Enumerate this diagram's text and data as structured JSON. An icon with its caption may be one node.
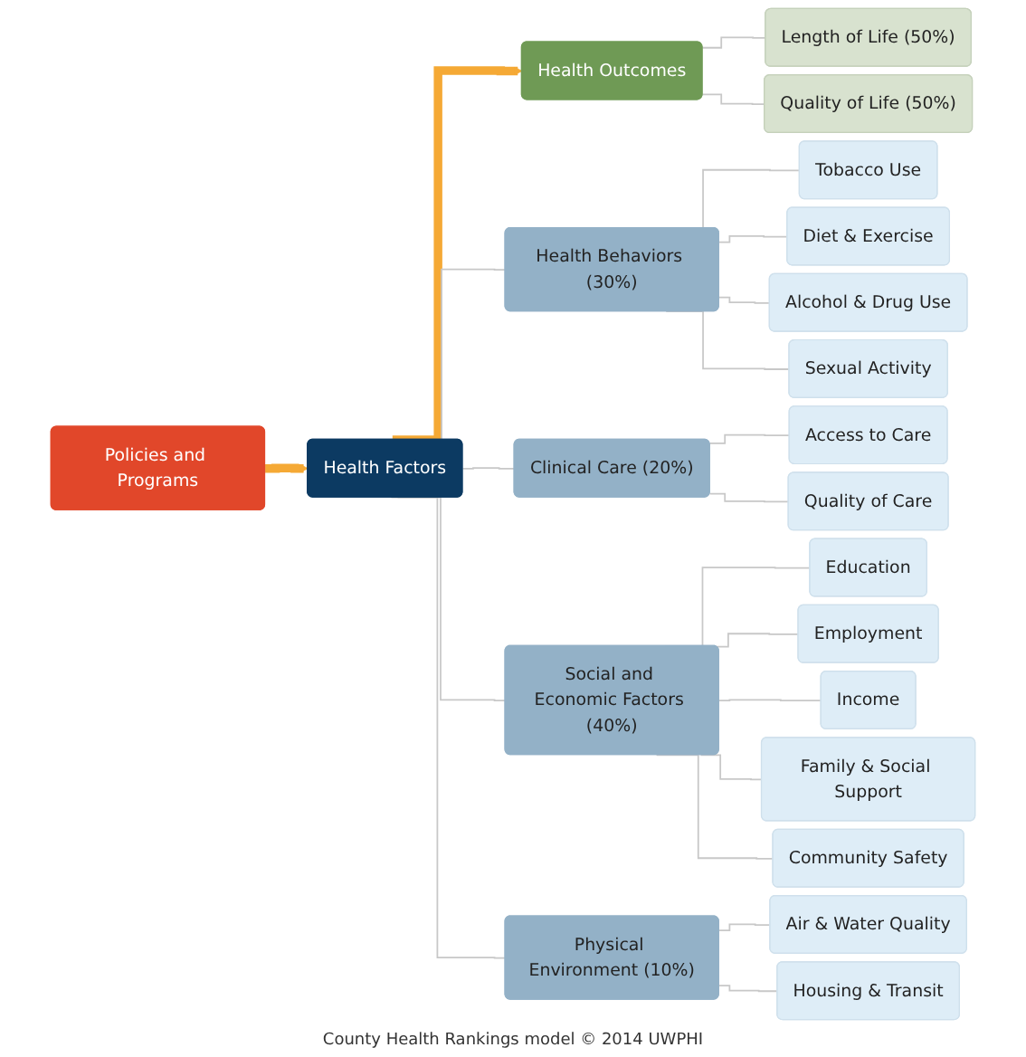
{
  "diagram": {
    "caption": "County Health Rankings model © 2014 UWPHI",
    "nodes": [
      {
        "text": [
          "Health Outcomes"
        ]
      },
      {
        "text": [
          "Length of Life (50%)"
        ]
      },
      {
        "text": [
          "Quality of Life (50%)"
        ]
      },
      {
        "text": [
          "Health Factors"
        ]
      },
      {
        "text": [
          "Health Behaviors (30%)"
        ]
      },
      {
        "text": [
          "Tobacco Use"
        ]
      },
      {
        "text": [
          "Diet & Exercise"
        ]
      },
      {
        "text": [
          "Alcohol & Drug Use"
        ]
      },
      {
        "text": [
          "Sexual Activity"
        ]
      },
      {
        "text": [
          "Clinical Care (20%)"
        ]
      },
      {
        "text": [
          "Access to Care"
        ]
      },
      {
        "text": [
          "Quality of Care"
        ]
      },
      {
        "text": [
          "Social and Economic Factors (40%)"
        ]
      },
      {
        "text": [
          "Education"
        ]
      },
      {
        "text": [
          "Employment"
        ]
      },
      {
        "text": [
          "Income"
        ]
      },
      {
        "text": [
          "Family & Social Support"
        ]
      },
      {
        "text": [
          "Community Safety"
        ]
      },
      {
        "text": [
          "Physical Environment (10%)"
        ]
      },
      {
        "text": [
          "Air & Water Quality"
        ]
      },
      {
        "text": [
          "Housing & Transit"
        ]
      },
      {
        "text": [
          "Policies and Programs"
        ]
      }
    ],
    "edges": [
      {
        "from": 21,
        "to": 3,
        "arrow": "to",
        "style": "thick",
        "color": "#f5a935"
      },
      {
        "from": 3,
        "to": 0,
        "arrow": "to",
        "style": "thick",
        "color": "#f5a935"
      },
      {
        "from": 0,
        "to": 1,
        "arrow": "none"
      },
      {
        "from": 0,
        "to": 2,
        "arrow": "none"
      },
      {
        "from": 3,
        "to": 4,
        "arrow": "none"
      },
      {
        "from": 3,
        "to": 9,
        "arrow": "none"
      },
      {
        "from": 3,
        "to": 12,
        "arrow": "none"
      },
      {
        "from": 3,
        "to": 18,
        "arrow": "none"
      },
      {
        "from": 4,
        "to": 5,
        "arrow": "none"
      },
      {
        "from": 4,
        "to": 6,
        "arrow": "none"
      },
      {
        "from": 4,
        "to": 7,
        "arrow": "none"
      },
      {
        "from": 4,
        "to": 8,
        "arrow": "none"
      },
      {
        "from": 9,
        "to": 10,
        "arrow": "none"
      },
      {
        "from": 9,
        "to": 11,
        "arrow": "none"
      },
      {
        "from": 12,
        "to": 13,
        "arrow": "none"
      },
      {
        "from": 12,
        "to": 14,
        "arrow": "none"
      },
      {
        "from": 12,
        "to": 15,
        "arrow": "none"
      },
      {
        "from": 12,
        "to": 16,
        "arrow": "none"
      },
      {
        "from": 12,
        "to": 17,
        "arrow": "none"
      },
      {
        "from": 18,
        "to": 19,
        "arrow": "none"
      },
      {
        "from": 18,
        "to": 20,
        "arrow": "none"
      }
    ]
  }
}
